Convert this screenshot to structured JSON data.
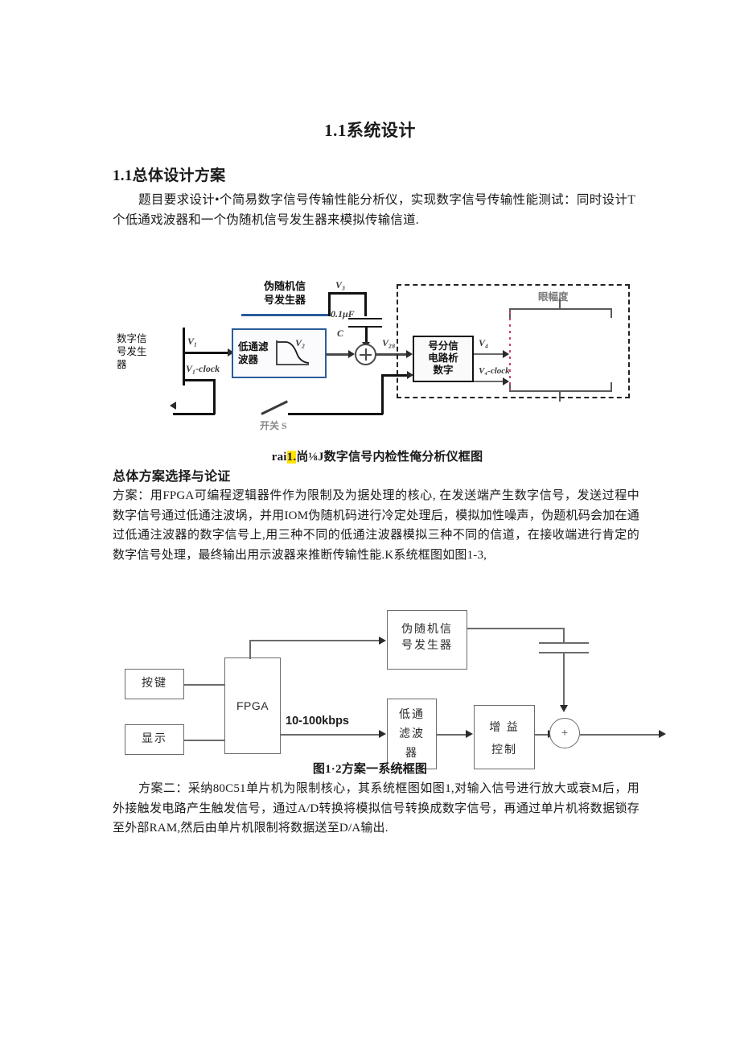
{
  "document": {
    "title": "1.1系统设计",
    "heading2": "1.1总体设计方案",
    "intro_paragraph": "题目要求设计•个简易数字信号传输性能分析仪，实现数字信号传输性能测试：同时设计T个低通戏波器和一个伪随机信号发生器来模拟传输信道.",
    "subheading": "总体方案选择与论证",
    "scheme1_paragraph": "方案：用FPGA可编程逻辑器件作为限制及为据处理的核心, 在发送端产生数字信号，发送过程中数字信号通过低通注波埚，并用IOM伪随机码进行冷定处理后，模拟加性噪声，伪题机码会加在通过低通注波器的数字信号上,用三种不同的低通注波器模拟三种不同的信道，在接收端进行肯定的数字信号处理，最终输出用示波器来推断传输性能.K系统框图如图1-3,",
    "scheme2_paragraph": "方案二：采纳80C51单片机为限制核心，其系统框图如图1,对输入信号进行放大或衰M后，用外接触发电路产生触发信号，通过A/D转换将模拟信号转换成数字信号，再通过单片机将数据锁存至外部RAM,然后由单片机限制将数据送至D/A输出.",
    "caption1_prefix": "rai",
    "caption1_highlight": "1.",
    "caption1_suffix": "尚⅛J数字信号内检性俺分析仪框图",
    "caption2": "图1·2方案一系统框图"
  },
  "figure1": {
    "name": "数字信号传输性能分析仪框图",
    "source_label": "数字信号\n号发生\n器",
    "source_label_lines": [
      "数字信",
      "号发生",
      "器"
    ],
    "prng_label_lines": [
      "伪随机信",
      "号发生器"
    ],
    "lpf_label_lines": [
      "低通滤",
      "波器"
    ],
    "analysis_label_lines": [
      "号分信",
      "电路析",
      "数字"
    ],
    "capacitor_value": "0.1μF",
    "capacitor_ref": "C",
    "switch_label": "开关 S",
    "eye_label": "眼幅度",
    "signals": {
      "v1": "V₁",
      "v1_clock": "V₁-clock",
      "v2": "V₂",
      "v2b": "V₂₈",
      "v3": "V₃",
      "v4": "V₄",
      "v4_clock": "V₄-clock"
    }
  },
  "figure2": {
    "name": "方案一系统框图",
    "blocks": {
      "key": "按键",
      "display": "显示",
      "fpga": "FPGA",
      "prng_lines": [
        "伪随机信",
        "号发生器"
      ],
      "lpf_lines": [
        "低通",
        "滤波",
        "器"
      ],
      "gain_lines": [
        "增 益",
        "控制"
      ],
      "adder": "+"
    },
    "rate_label": "10-100kbps"
  },
  "colors": {
    "accent_blue": "#2a5d9c",
    "line_gray": "#6b6b6b",
    "line_dark": "#2a2a2a",
    "highlight_yellow": "#ffe400",
    "text": "#1a1a1a"
  }
}
